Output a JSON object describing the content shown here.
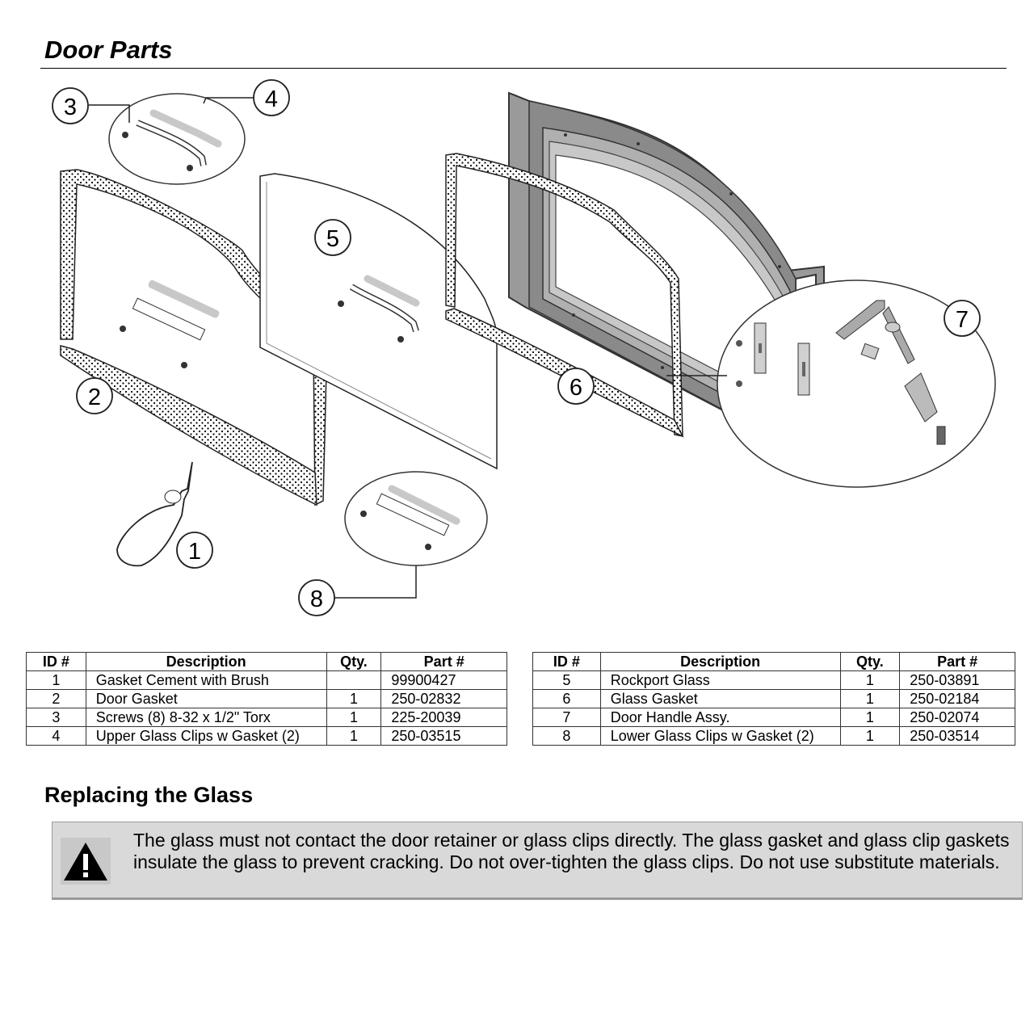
{
  "page": {
    "title": "Door Parts"
  },
  "callouts": [
    "1",
    "2",
    "3",
    "4",
    "5",
    "6",
    "7",
    "8"
  ],
  "table_left": {
    "headers": [
      "ID #",
      "Description",
      "Qty.",
      "Part #"
    ],
    "rows": [
      {
        "id": "1",
        "desc": "Gasket Cement with Brush",
        "qty": "",
        "part": "99900427"
      },
      {
        "id": "2",
        "desc": "Door Gasket",
        "qty": "1",
        "part": "250-02832"
      },
      {
        "id": "3",
        "desc": "Screws (8) 8-32 x 1/2\" Torx",
        "qty": "1",
        "part": "225-20039"
      },
      {
        "id": "4",
        "desc": "Upper Glass Clips w Gasket (2)",
        "qty": "1",
        "part": "250-03515"
      }
    ]
  },
  "table_right": {
    "headers": [
      "ID #",
      "Description",
      "Qty.",
      "Part #"
    ],
    "rows": [
      {
        "id": "5",
        "desc": "Rockport Glass",
        "qty": "1",
        "part": "250-03891"
      },
      {
        "id": "6",
        "desc": "Glass Gasket",
        "qty": "1",
        "part": "250-02184"
      },
      {
        "id": "7",
        "desc": "Door Handle Assy.",
        "qty": "1",
        "part": "250-02074"
      },
      {
        "id": "8",
        "desc": "Lower Glass Clips w Gasket (2)",
        "qty": "1",
        "part": "250-03514"
      }
    ]
  },
  "section": {
    "title": "Replacing the Glass"
  },
  "warning": {
    "icon": "warning-triangle-icon",
    "text": "The glass must not contact the door retainer or glass clips directly.  The glass gasket and glass clip gaskets insulate the glass to prevent cracking.  Do not over-tighten the glass clips. Do not use substitute materials."
  }
}
